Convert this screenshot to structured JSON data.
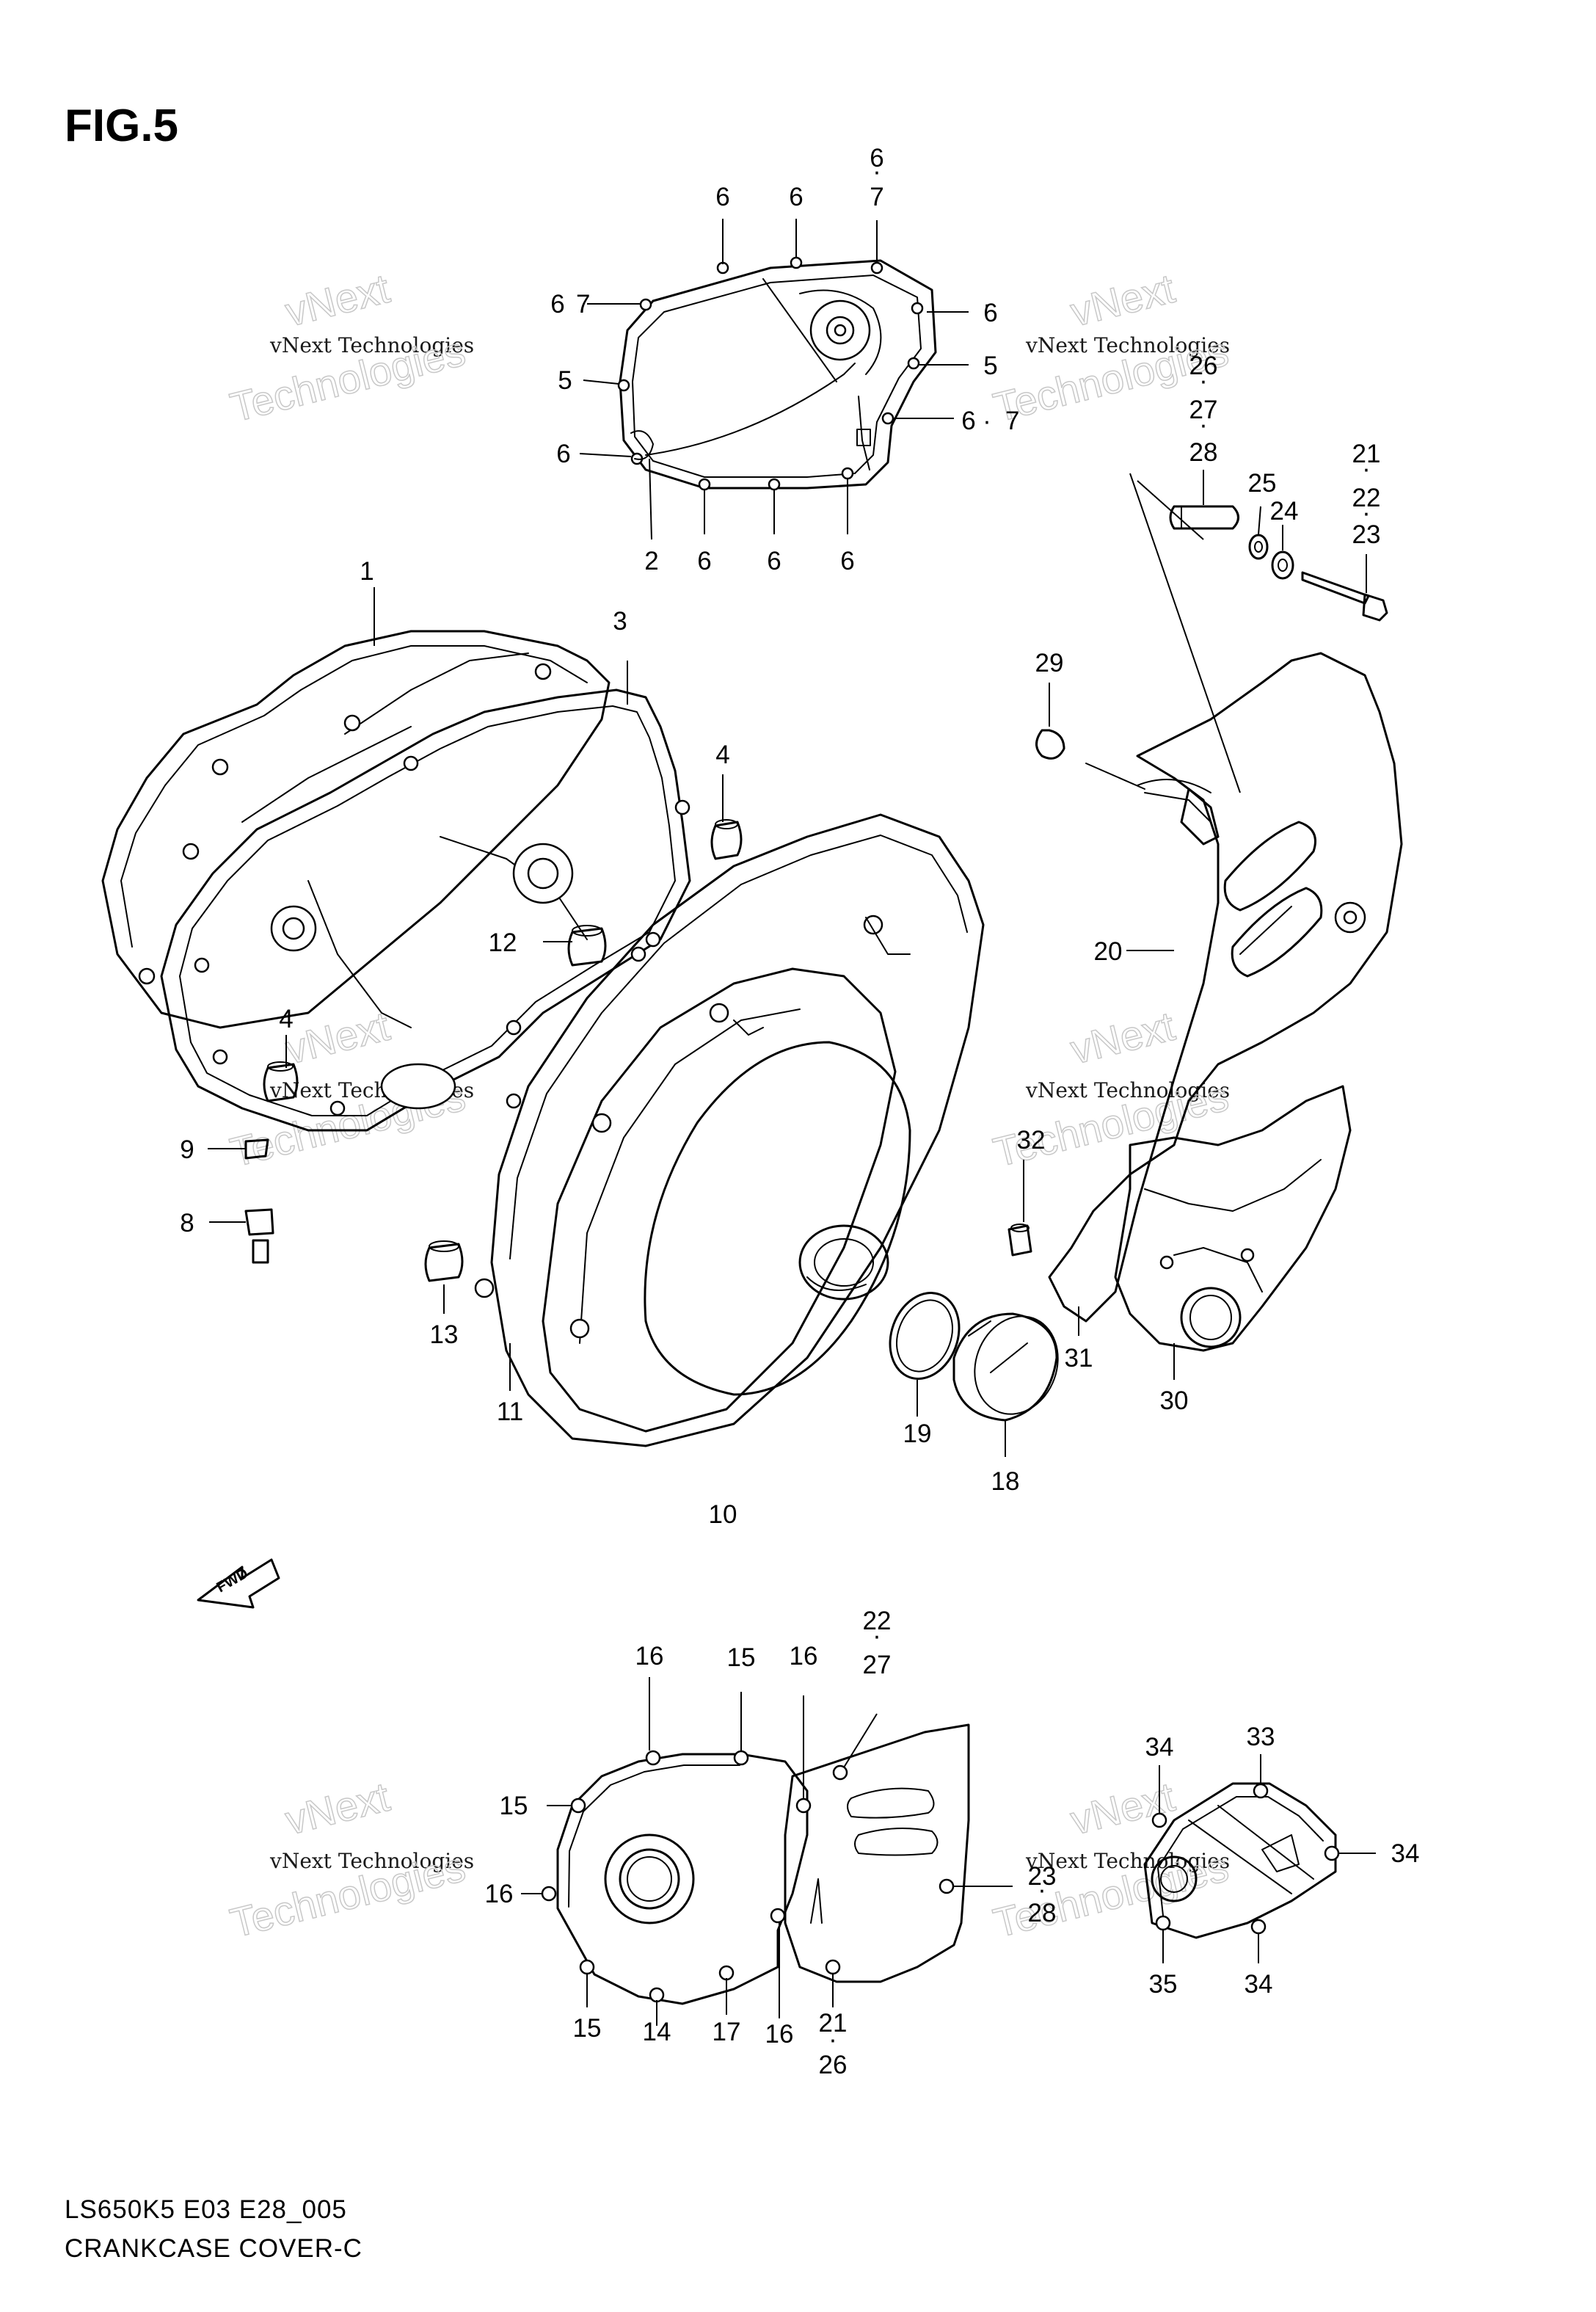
{
  "figure_title": "FIG.5",
  "footer": {
    "model_code": "LS650K5 E03 E28_005",
    "section_name": "CRANKCASE COVER-C"
  },
  "watermark": {
    "line_small": "vNext Technologies",
    "line_large": "Technologies",
    "line_top": "vNext"
  },
  "fwd_arrow_label": "FWD",
  "callouts": [
    "6",
    "7",
    "6",
    "6",
    "6",
    "6",
    "7",
    "5",
    "6",
    "2",
    "6",
    "6",
    "6",
    "5",
    "6",
    "7",
    "26",
    "27",
    "28",
    "25",
    "24",
    "21",
    "22",
    "23",
    "1",
    "3",
    "4",
    "12",
    "4",
    "9",
    "8",
    "13",
    "11",
    "10",
    "19",
    "18",
    "29",
    "20",
    "32",
    "31",
    "30",
    "16",
    "15",
    "16",
    "22",
    "27",
    "15",
    "16",
    "15",
    "14",
    "17",
    "16",
    "21",
    "26",
    "23",
    "28",
    "34",
    "33",
    "34",
    "35",
    "34"
  ]
}
